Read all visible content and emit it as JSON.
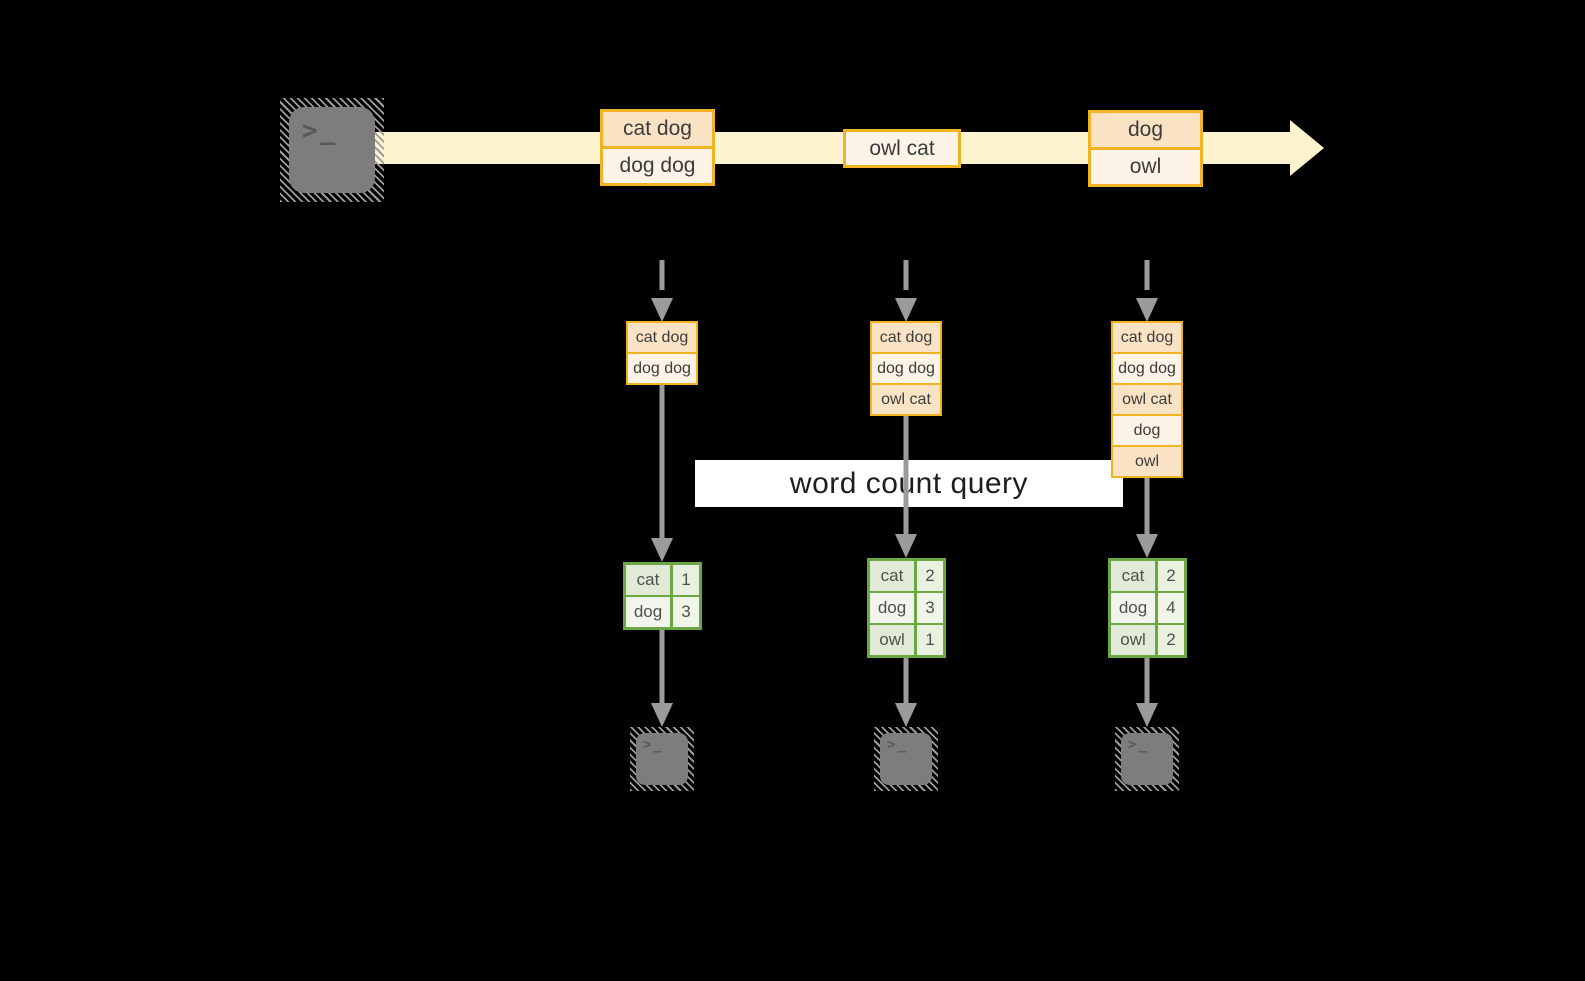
{
  "query": {
    "label": "word count query"
  },
  "icons": {
    "terminal_prompt": ">_"
  },
  "stream": {
    "events": [
      {
        "lines": [
          "cat dog",
          "dog dog"
        ]
      },
      {
        "lines": [
          "owl cat"
        ]
      },
      {
        "lines": [
          "dog",
          "owl"
        ]
      }
    ]
  },
  "columns": [
    {
      "buffer": [
        "cat dog",
        "dog dog"
      ],
      "counts": [
        {
          "word": "cat",
          "count": "1"
        },
        {
          "word": "dog",
          "count": "3"
        }
      ]
    },
    {
      "buffer": [
        "cat dog",
        "dog dog",
        "owl cat"
      ],
      "counts": [
        {
          "word": "cat",
          "count": "2"
        },
        {
          "word": "dog",
          "count": "3"
        },
        {
          "word": "owl",
          "count": "1"
        }
      ]
    },
    {
      "buffer": [
        "cat dog",
        "dog dog",
        "owl cat",
        "dog",
        "owl"
      ],
      "counts": [
        {
          "word": "cat",
          "count": "2"
        },
        {
          "word": "dog",
          "count": "4"
        },
        {
          "word": "owl",
          "count": "2"
        }
      ]
    }
  ],
  "colors": {
    "background": "#000000",
    "stream_band": "#fdf3cf",
    "gold_border": "#f0b322",
    "box_peach": "#fae3c4",
    "box_cream": "#fdf3e6",
    "green_border": "#6ca746",
    "cell_green": "#e2e9d6",
    "cell_light": "#f2f5ed",
    "arrow_gray": "#9b9b9b",
    "terminal_gray": "#7d7d7d",
    "query_band": "#ffffff"
  }
}
